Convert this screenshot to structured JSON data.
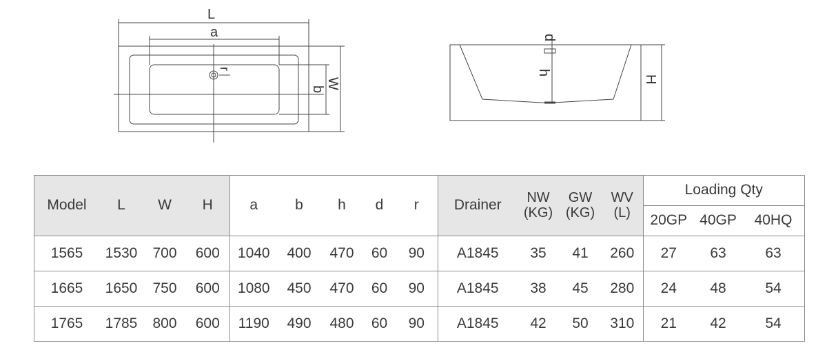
{
  "diagram": {
    "top_view_labels": {
      "L": "L",
      "a": "a",
      "r": "r",
      "b": "b",
      "W": "W"
    },
    "side_view_labels": {
      "d": "d",
      "h": "h",
      "H": "H"
    }
  },
  "table": {
    "headers": {
      "model": "Model",
      "L": "L",
      "W": "W",
      "H": "H",
      "a": "a",
      "b": "b",
      "h": "h",
      "d": "d",
      "r": "r",
      "drainer": "Drainer",
      "nw": "NW",
      "nw_unit": "(KG)",
      "gw": "GW",
      "gw_unit": "(KG)",
      "wv": "WV",
      "wv_unit": "(L)",
      "loading_qty": "Loading Qty",
      "gp20": "20GP",
      "gp40": "40GP",
      "hq40": "40HQ"
    },
    "rows": [
      {
        "model": "1565",
        "L": "1530",
        "W": "700",
        "H": "600",
        "a": "1040",
        "b": "400",
        "h": "470",
        "d": "60",
        "r": "90",
        "drainer": "A1845",
        "nw": "35",
        "gw": "41",
        "wv": "260",
        "gp20": "27",
        "gp40": "63",
        "hq40": "63"
      },
      {
        "model": "1665",
        "L": "1650",
        "W": "750",
        "H": "600",
        "a": "1080",
        "b": "450",
        "h": "470",
        "d": "60",
        "r": "90",
        "drainer": "A1845",
        "nw": "38",
        "gw": "45",
        "wv": "280",
        "gp20": "24",
        "gp40": "48",
        "hq40": "54"
      },
      {
        "model": "1765",
        "L": "1785",
        "W": "800",
        "H": "600",
        "a": "1190",
        "b": "490",
        "h": "480",
        "d": "60",
        "r": "90",
        "drainer": "A1845",
        "nw": "42",
        "gw": "50",
        "wv": "310",
        "gp20": "21",
        "gp40": "42",
        "hq40": "54"
      }
    ]
  }
}
